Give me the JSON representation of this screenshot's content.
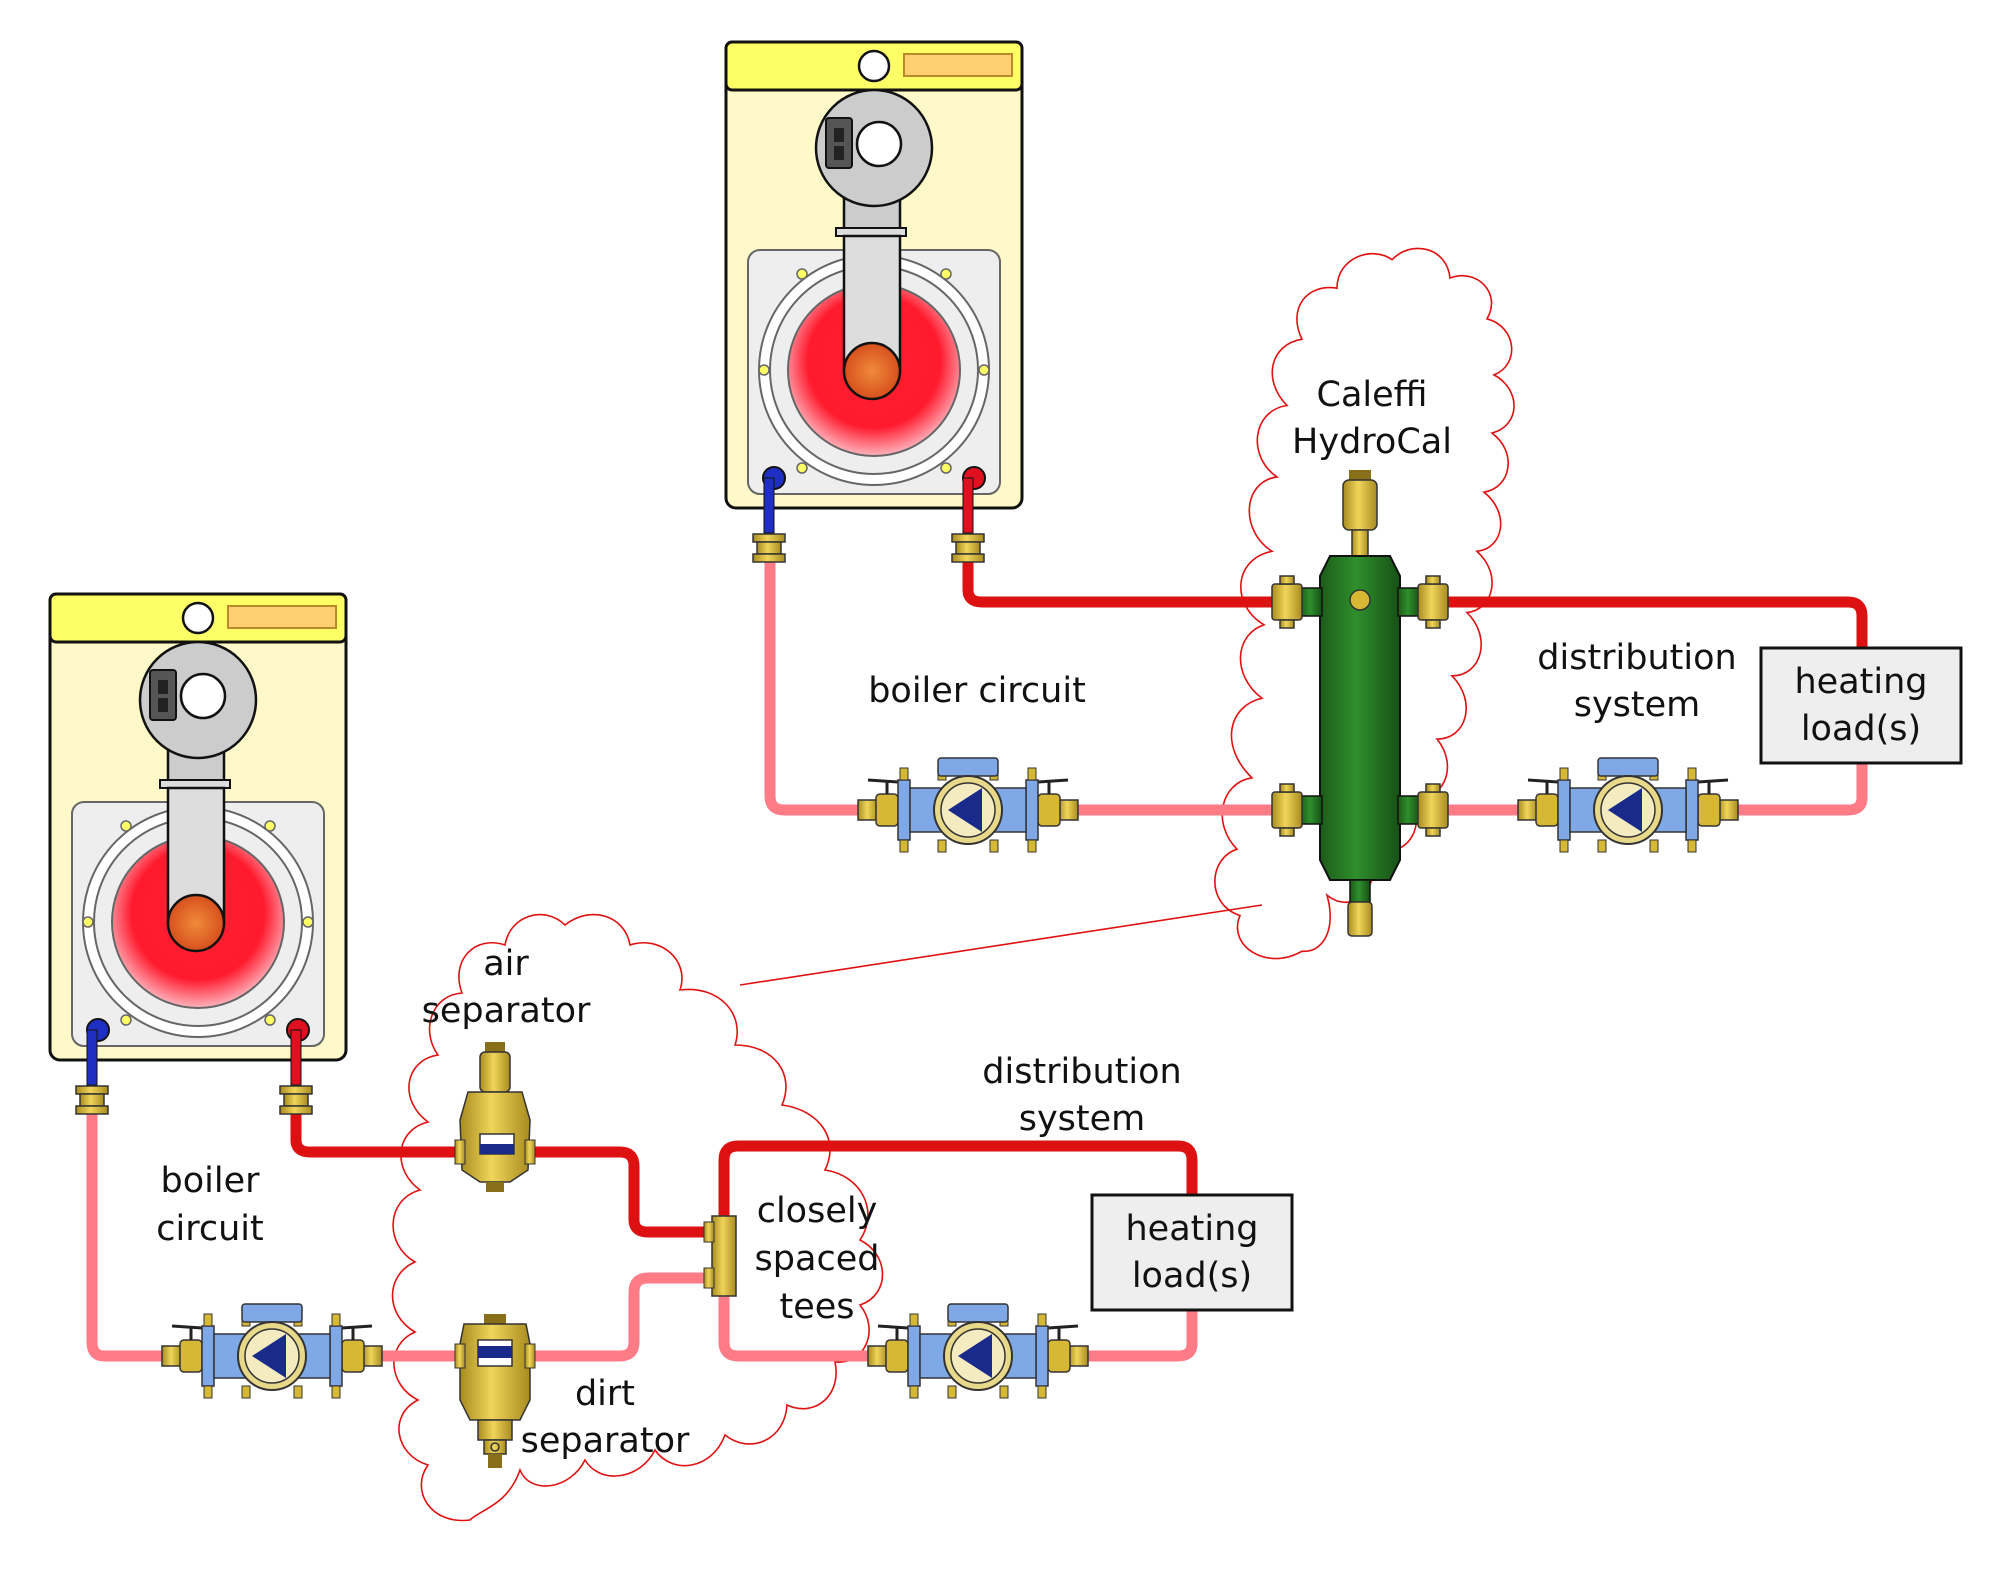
{
  "labels": {
    "hydrocal_line1": "Caleffi",
    "hydrocal_line2": "HydroCal",
    "top_boiler_circuit": "boiler circuit",
    "top_distribution_line1": "distribution",
    "top_distribution_line2": "system",
    "top_load_line1": "heating",
    "top_load_line2": "load(s)",
    "air_sep_line1": "air",
    "air_sep_line2": "separator",
    "bottom_distribution_line1": "distribution",
    "bottom_distribution_line2": "system",
    "bottom_boiler_circuit_line1": "boiler",
    "bottom_boiler_circuit_line2": "circuit",
    "tees_line1": "closely",
    "tees_line2": "spaced",
    "tees_line3": "tees",
    "bottom_load_line1": "heating",
    "bottom_load_line2": "load(s)",
    "dirt_sep_line1": "dirt",
    "dirt_sep_line2": "separator"
  },
  "colors": {
    "supply_pipe": "#dd1111",
    "return_pipe": "#ff7b86",
    "cold_port": "#1f2fc4",
    "hot_port": "#e01020",
    "boiler_body": "#fff8c8",
    "boiler_header": "#ffff66",
    "brass": "#d6b834",
    "pump_blue": "#7ea9e6",
    "hydrocal_green": "#247a22",
    "cloud_outline": "#e11111"
  }
}
